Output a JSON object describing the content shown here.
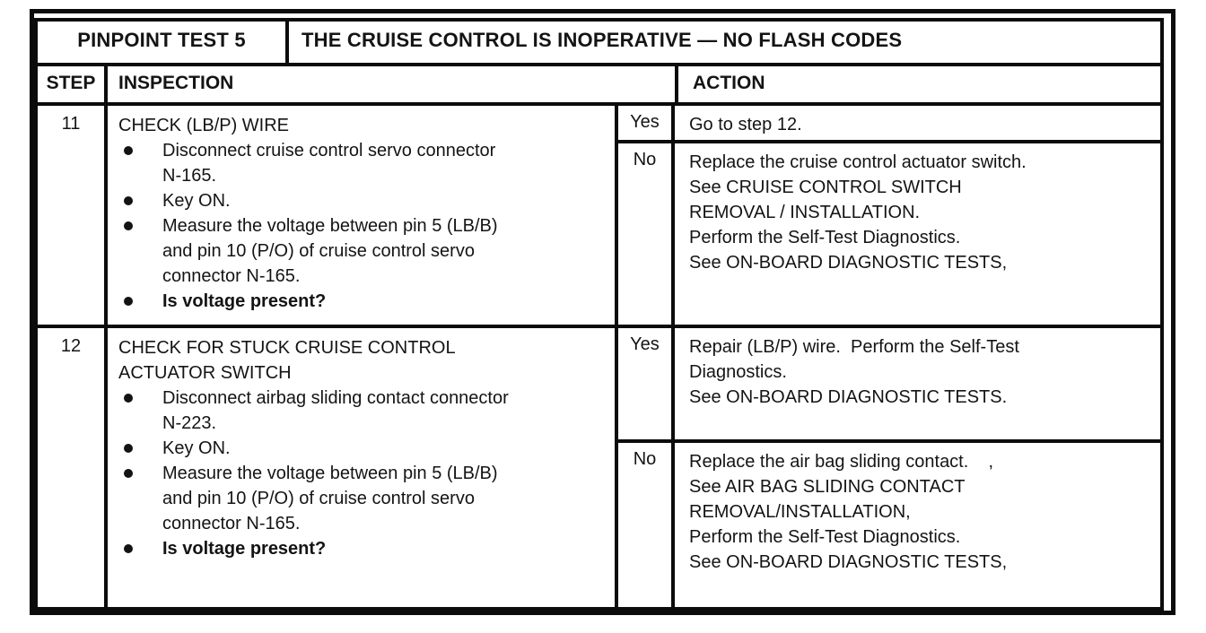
{
  "doc": {
    "title_label": "PINPOINT TEST 5",
    "title_text": "THE CRUISE CONTROL IS INOPERATIVE — NO FLASH CODES",
    "headers": {
      "step": "STEP",
      "inspection": "INSPECTION",
      "action": "ACTION"
    },
    "steps": [
      {
        "step": "11",
        "title_lines": [
          "CHECK (LB/P) WIRE"
        ],
        "bullets": [
          {
            "bold": false,
            "lines": [
              "Disconnect cruise control servo connector",
              "N-165."
            ]
          },
          {
            "bold": false,
            "lines": [
              "Key ON."
            ]
          },
          {
            "bold": false,
            "lines": [
              "Measure the voltage between pin 5 (LB/B)",
              "and pin 10 (P/O) of cruise control servo",
              "connector N-165."
            ]
          },
          {
            "bold": true,
            "lines": [
              "Is voltage present?"
            ]
          }
        ],
        "yes": {
          "label": "Yes",
          "lines": [
            "Go to step 12."
          ]
        },
        "no": {
          "label": "No",
          "lines": [
            "Replace the cruise control actuator switch.",
            "See CRUISE CONTROL SWITCH",
            "REMOVAL / INSTALLATION.",
            "Perform the Self-Test Diagnostics.",
            "See ON-BOARD DIAGNOSTIC TESTS,"
          ]
        }
      },
      {
        "step": "12",
        "title_lines": [
          "CHECK FOR STUCK CRUISE CONTROL",
          "ACTUATOR SWITCH"
        ],
        "bullets": [
          {
            "bold": false,
            "lines": [
              "Disconnect airbag sliding contact connector",
              "N-223."
            ]
          },
          {
            "bold": false,
            "lines": [
              "Key ON."
            ]
          },
          {
            "bold": false,
            "lines": [
              "Measure the voltage between pin 5 (LB/B)",
              "and pin 10 (P/O) of cruise control servo",
              "connector N-165."
            ]
          },
          {
            "bold": true,
            "lines": [
              "Is voltage present?"
            ]
          }
        ],
        "yes": {
          "label": "Yes",
          "lines": [
            "Repair (LB/P) wire.  Perform the Self-Test",
            "Diagnostics.",
            "See ON-BOARD DIAGNOSTIC TESTS."
          ]
        },
        "no": {
          "label": "No",
          "lines": [
            "Replace the air bag sliding contact.    ,",
            "See AIR BAG SLIDING CONTACT",
            "REMOVAL/INSTALLATION,",
            "Perform the Self-Test Diagnostics.",
            "See ON-BOARD DIAGNOSTIC TESTS,"
          ]
        }
      }
    ]
  }
}
